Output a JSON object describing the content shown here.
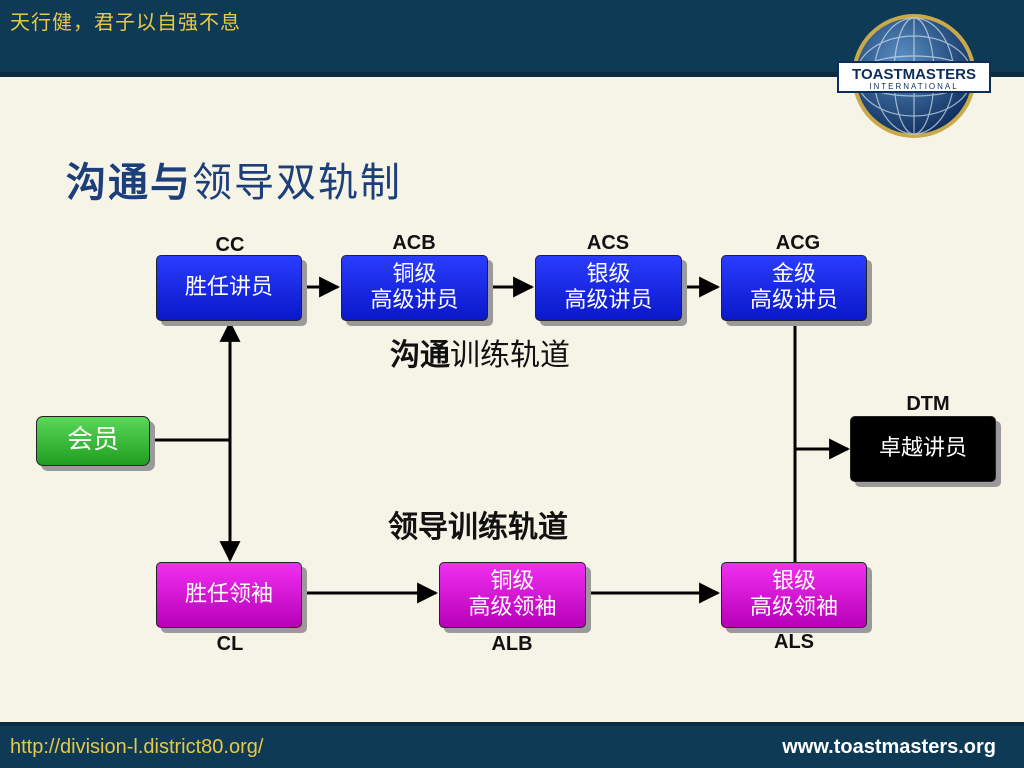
{
  "header": {
    "motto": "天行健，君子以自强不息"
  },
  "logo": {
    "top_text": "TOASTMASTERS",
    "bottom_text": "INTERNATIONAL"
  },
  "title": {
    "bold_part": "沟通与",
    "normal_part": "领导双轨制"
  },
  "communication_track": {
    "label_bold": "沟通",
    "label_rest": "训练轨道",
    "nodes": [
      {
        "code": "CC",
        "lines": [
          "胜任讲员"
        ]
      },
      {
        "code": "ACB",
        "lines": [
          "铜级",
          "高级讲员"
        ]
      },
      {
        "code": "ACS",
        "lines": [
          "银级",
          "高级讲员"
        ]
      },
      {
        "code": "ACG",
        "lines": [
          "金级",
          "高级讲员"
        ]
      }
    ]
  },
  "leadership_track": {
    "label": "领导训练轨道",
    "nodes": [
      {
        "code": "CL",
        "lines": [
          "胜任领袖"
        ]
      },
      {
        "code": "ALB",
        "lines": [
          "铜级",
          "高级领袖"
        ]
      },
      {
        "code": "ALS",
        "lines": [
          "银级",
          "高级领袖"
        ]
      }
    ]
  },
  "member": {
    "label": "会员"
  },
  "dtm": {
    "code": "DTM",
    "label": "卓越讲员"
  },
  "colors": {
    "header": "#0e3a55",
    "motto": "#e8c845",
    "communication_box": "#1a2bef",
    "leadership_box": "#e020e0",
    "member_box": "#3ec43e",
    "dtm_box": "#000000",
    "title": "#1c3f7a"
  },
  "footer": {
    "url": "http://division-l.district80.org/",
    "site": "www.toastmasters.org"
  }
}
